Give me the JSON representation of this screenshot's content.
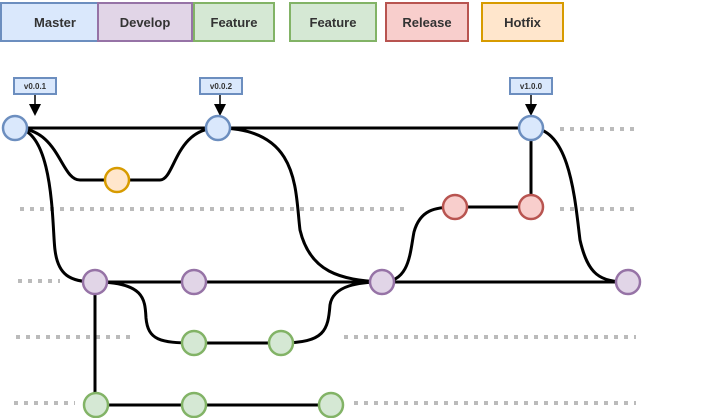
{
  "legend": [
    {
      "label": "Master",
      "fill": "#dae8fc",
      "stroke": "#6c8ebf"
    },
    {
      "label": "Develop",
      "fill": "#e1d5e7",
      "stroke": "#9673a6"
    },
    {
      "label": "Feature",
      "fill": "#d5e8d4",
      "stroke": "#82b366"
    },
    {
      "label": "Feature",
      "fill": "#d5e8d4",
      "stroke": "#82b366"
    },
    {
      "label": "Release",
      "fill": "#f8cecc",
      "stroke": "#b85450"
    },
    {
      "label": "Hotfix",
      "fill": "#ffe6cc",
      "stroke": "#d79b00"
    }
  ],
  "tags": [
    {
      "label": "v0.0.1"
    },
    {
      "label": "v0.0.2"
    },
    {
      "label": "v1.0.0"
    }
  ],
  "commit_colors": {
    "master": {
      "fill": "#dae8fc",
      "stroke": "#6c8ebf"
    },
    "develop": {
      "fill": "#e1d5e7",
      "stroke": "#9673a6"
    },
    "feature": {
      "fill": "#d5e8d4",
      "stroke": "#82b366"
    },
    "release": {
      "fill": "#f8cecc",
      "stroke": "#b85450"
    },
    "hotfix": {
      "fill": "#ffe6cc",
      "stroke": "#d79b00"
    }
  },
  "lane_line_color": "#000000",
  "lane_dash_color": "#bbbbbb"
}
